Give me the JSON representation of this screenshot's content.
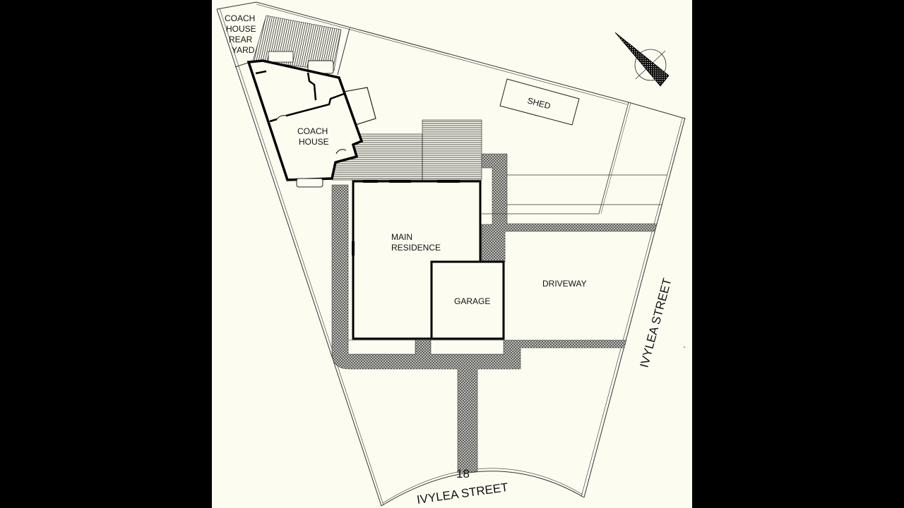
{
  "labels": {
    "coach_house_rear_yard": [
      "COACH",
      "HOUSE",
      "REAR",
      "YARD"
    ],
    "coach_house": [
      "COACH",
      "HOUSE"
    ],
    "shed": "SHED",
    "main_residence": [
      "MAIN",
      "RESIDENCE"
    ],
    "garage": "GARAGE",
    "driveway": "DRIVEWAY",
    "street_east": "IVYLEA STREET",
    "street_south": "IVYLEA STREET",
    "house_number": "18"
  },
  "colors": {
    "background": "#000000",
    "paper": "#fdfcf1",
    "ink": "#111111",
    "path_hatch": "#555555"
  },
  "icons": {
    "north_arrow": "north-arrow-icon"
  }
}
